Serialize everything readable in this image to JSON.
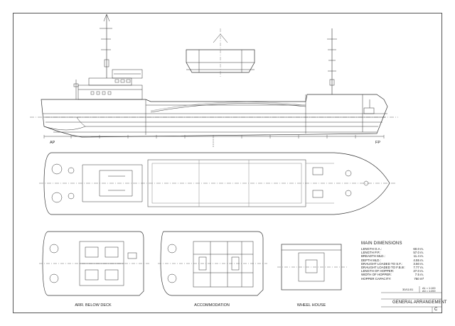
{
  "stations": {
    "aft_perpendicular": "AP",
    "forward_perpendicular": "FP"
  },
  "view_captions": {
    "below_deck": "ARR. BELOW DECK",
    "accommodation": "ACCOMMODATION",
    "wheel_house": "WHEEL HOUSE"
  },
  "main_dimensions": {
    "heading": "MAIN DIMENSIONS",
    "rows": [
      {
        "label": "LENGTH O.A.:",
        "value": "60.0 m."
      },
      {
        "label": "LENGTH P.P.:",
        "value": "57.0 m."
      },
      {
        "label": "BREADTH MLD.:",
        "value": "11.4 m."
      },
      {
        "label": "DEPTH MLD.:",
        "value": "4.55 m."
      },
      {
        "label": "DRAUGHT LOADED TO S.F.:",
        "value": "3.50 m."
      },
      {
        "label": "DRAUGHT LOADED TO F.B.III:",
        "value": "7.77 m."
      },
      {
        "label": "LENGTH OF HOPPER:",
        "value": "27.0 m."
      },
      {
        "label": "WIDTH OF HOPPER:",
        "value": "7.5 m."
      },
      {
        "label": "HOPPER CAPACITY:",
        "value": "750 m³"
      }
    ]
  },
  "title_block": {
    "drawing_title": "GENERAL ARRANGEMENT",
    "date": "30/11/01",
    "scale_a1": "A1 = 1:100",
    "scale_a3": "A3 = 1:200",
    "revision": "C"
  }
}
